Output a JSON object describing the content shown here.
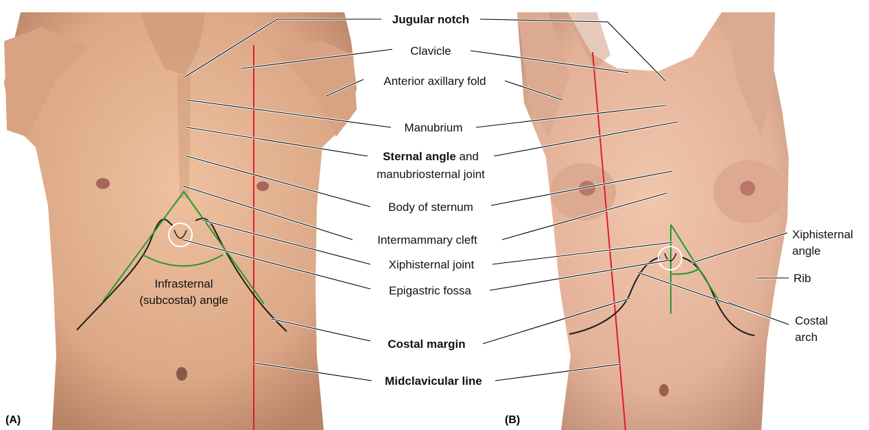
{
  "panels": {
    "a": "(A)",
    "b": "(B)"
  },
  "labels": {
    "jugular_notch": "Jugular notch",
    "clavicle": "Clavicle",
    "anterior_axillary_fold": "Anterior axillary fold",
    "manubrium": "Manubrium",
    "sternal_angle_bold": "Sternal angle",
    "sternal_angle_rest": " and",
    "manubriosternal_joint": "manubriosternal joint",
    "body_of_sternum": "Body of sternum",
    "intermammary_cleft": "Intermammary cleft",
    "xiphisternal_joint": "Xiphisternal joint",
    "epigastric_fossa": "Epigastric fossa",
    "costal_margin": "Costal margin",
    "midclavicular_line": "Midclavicular line",
    "infrasternal_line1": "Infrasternal",
    "infrasternal_line2": "(subcostal) angle",
    "xiphisternal_angle_line1": "Xiphisternal",
    "xiphisternal_angle_line2": "angle",
    "rib": "Rib",
    "costal_arch_line1": "Costal",
    "costal_arch_line2": "arch"
  },
  "colors": {
    "skin_male": "#e2b291",
    "skin_female": "#e6b79c",
    "midclavicular_line": "#e0192c",
    "angle_lines": "#1f9a2c",
    "costal_margin": "#1a1a1a"
  }
}
